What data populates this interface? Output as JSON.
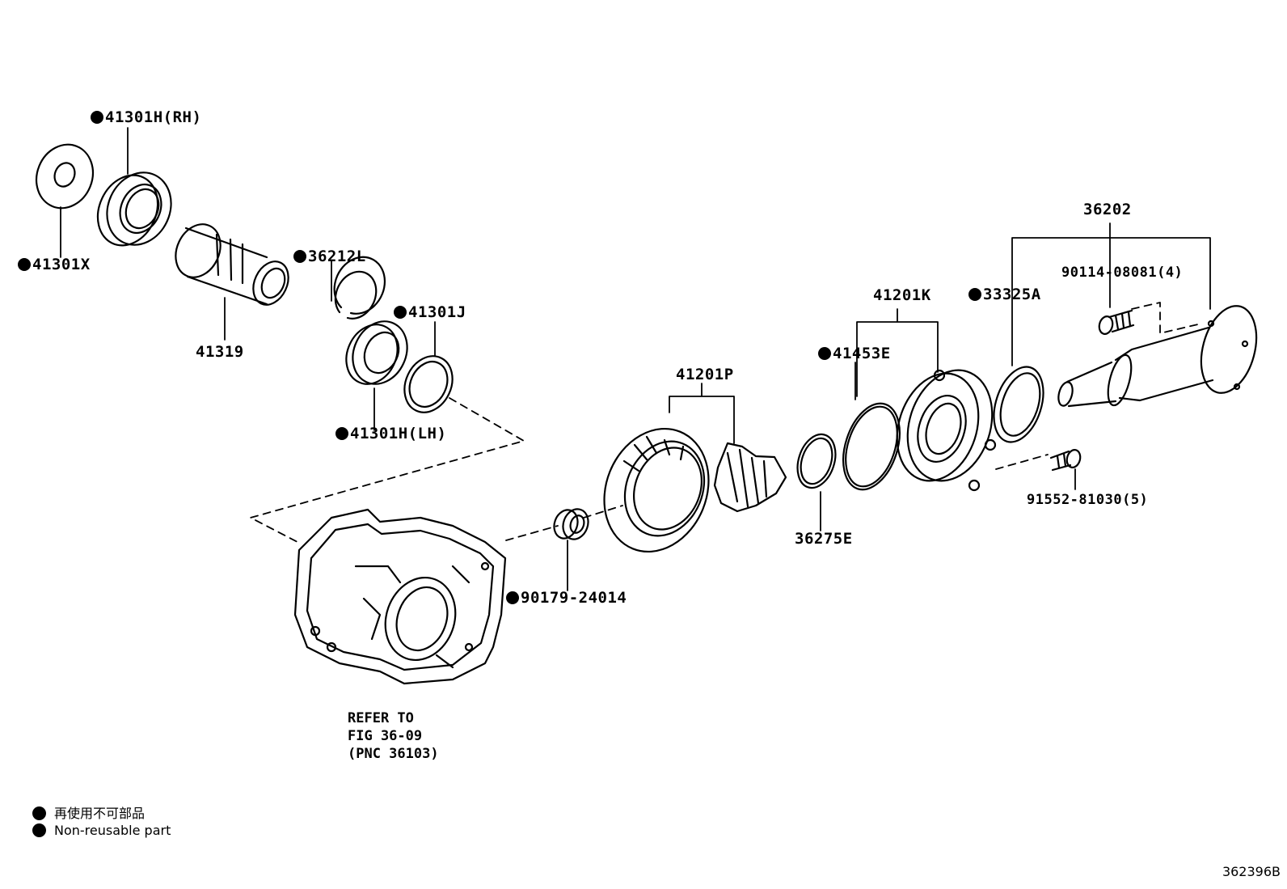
{
  "parts": {
    "p41301H_RH": "41301H(RH)",
    "p41301X": "41301X",
    "p41319": "41319",
    "p36212L": "36212L",
    "p41301J": "41301J",
    "p41301H_LH": "41301H(LH)",
    "p41201P": "41201P",
    "p90179": "90179-24014",
    "p36275E": "36275E",
    "p41453E": "41453E",
    "p41201K": "41201K",
    "p33325A": "33325A",
    "p36202": "36202",
    "p90114": "90114-08081(4)",
    "p91552": "91552-81030(5)"
  },
  "refer": {
    "line1": "REFER TO",
    "line2": "FIG 36-09",
    "line3": "(PNC 36103)"
  },
  "legend": {
    "jp": "再使用不可部品",
    "en": "Non-reusable part"
  },
  "figure_id": "362396B",
  "icons": {
    "non_reusable_marker": "filled-circle"
  },
  "colors": {
    "ink": "#000000",
    "background": "#ffffff"
  }
}
